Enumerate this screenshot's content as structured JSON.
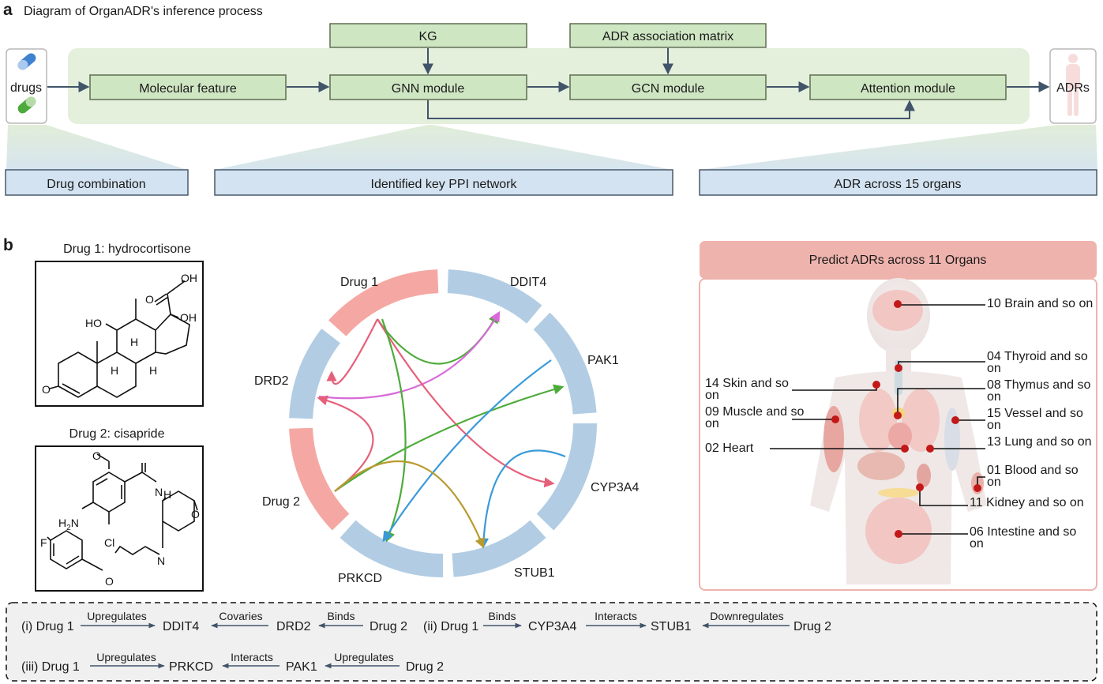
{
  "panel_a": {
    "letter": "a",
    "title": "Diagram of OrganADR's inference process",
    "input_label": "drugs",
    "output_label": "ADRs",
    "kg": "KG",
    "adr_matrix": "ADR association matrix",
    "modules": [
      "Molecular feature",
      "GNN module",
      "GCN module",
      "Attention module"
    ],
    "bottom_boxes": [
      "Drug combination",
      "Identified key PPI network",
      "ADR across 15 organs"
    ]
  },
  "panel_b": {
    "letter": "b",
    "drug1_title": "Drug 1: hydrocortisone",
    "drug2_title": "Drug 2: cisapride",
    "drug1_atoms": [
      "OH",
      "O",
      "OH",
      "HO",
      "H",
      "H",
      "H",
      "O"
    ],
    "drug2_atoms": [
      "O",
      "N",
      "H",
      "H",
      "N",
      "Cl",
      "F",
      "O",
      "N",
      "O"
    ],
    "drug2_h2n": {
      "h": "H",
      "sub": "2",
      "n": "N"
    },
    "chord_labels": {
      "drug1": "Drug 1",
      "ddit4": "DDIT4",
      "pak1": "PAK1",
      "cyp3a4": "CYP3A4",
      "stub1": "STUB1",
      "prkcd": "PRKCD",
      "drug2": "Drug 2",
      "drd2": "DRD2"
    },
    "chord_colors": {
      "drug": "#f5a8a3",
      "gene": "#b2cde3"
    },
    "link_colors": {
      "pink": "#e6607a",
      "magenta": "#d86ad8",
      "green": "#4dab3a",
      "blue": "#3a9ad9",
      "gold": "#b89a2e"
    },
    "organ_panel_title": "Predict ADRs across 11 Organs",
    "organs": [
      "10 Brain and so on",
      "04 Thyroid and so on",
      "08 Thymus and so on",
      "15 Vessel and so on",
      "13 Lung and so on",
      "01 Blood and so on",
      "11 Kidney and so on",
      "06 Intestine and so on",
      "14 Skin and so on",
      "09 Muscle and so on",
      "02 Heart"
    ],
    "mechanisms": {
      "i": {
        "label": "(i)",
        "drug1": "Drug 1",
        "r1": "Upregulates",
        "n1": "DDIT4",
        "r2": "Covaries",
        "n2": "DRD2",
        "r3": "Binds",
        "drug2": "Drug 2"
      },
      "ii": {
        "label": "(ii)",
        "drug1": "Drug 1",
        "r1": "Binds",
        "n1": "CYP3A4",
        "r2": "Interacts",
        "n2": "STUB1",
        "r3": "Downregulates",
        "drug2": "Drug 2"
      },
      "iii": {
        "label": "(iii)",
        "drug1": "Drug 1",
        "r1": "Upregulates",
        "n1": "PRKCD",
        "r2": "Interacts",
        "n2": "PAK1",
        "r3": "Upregulates",
        "drug2": "Drug 2"
      }
    }
  }
}
